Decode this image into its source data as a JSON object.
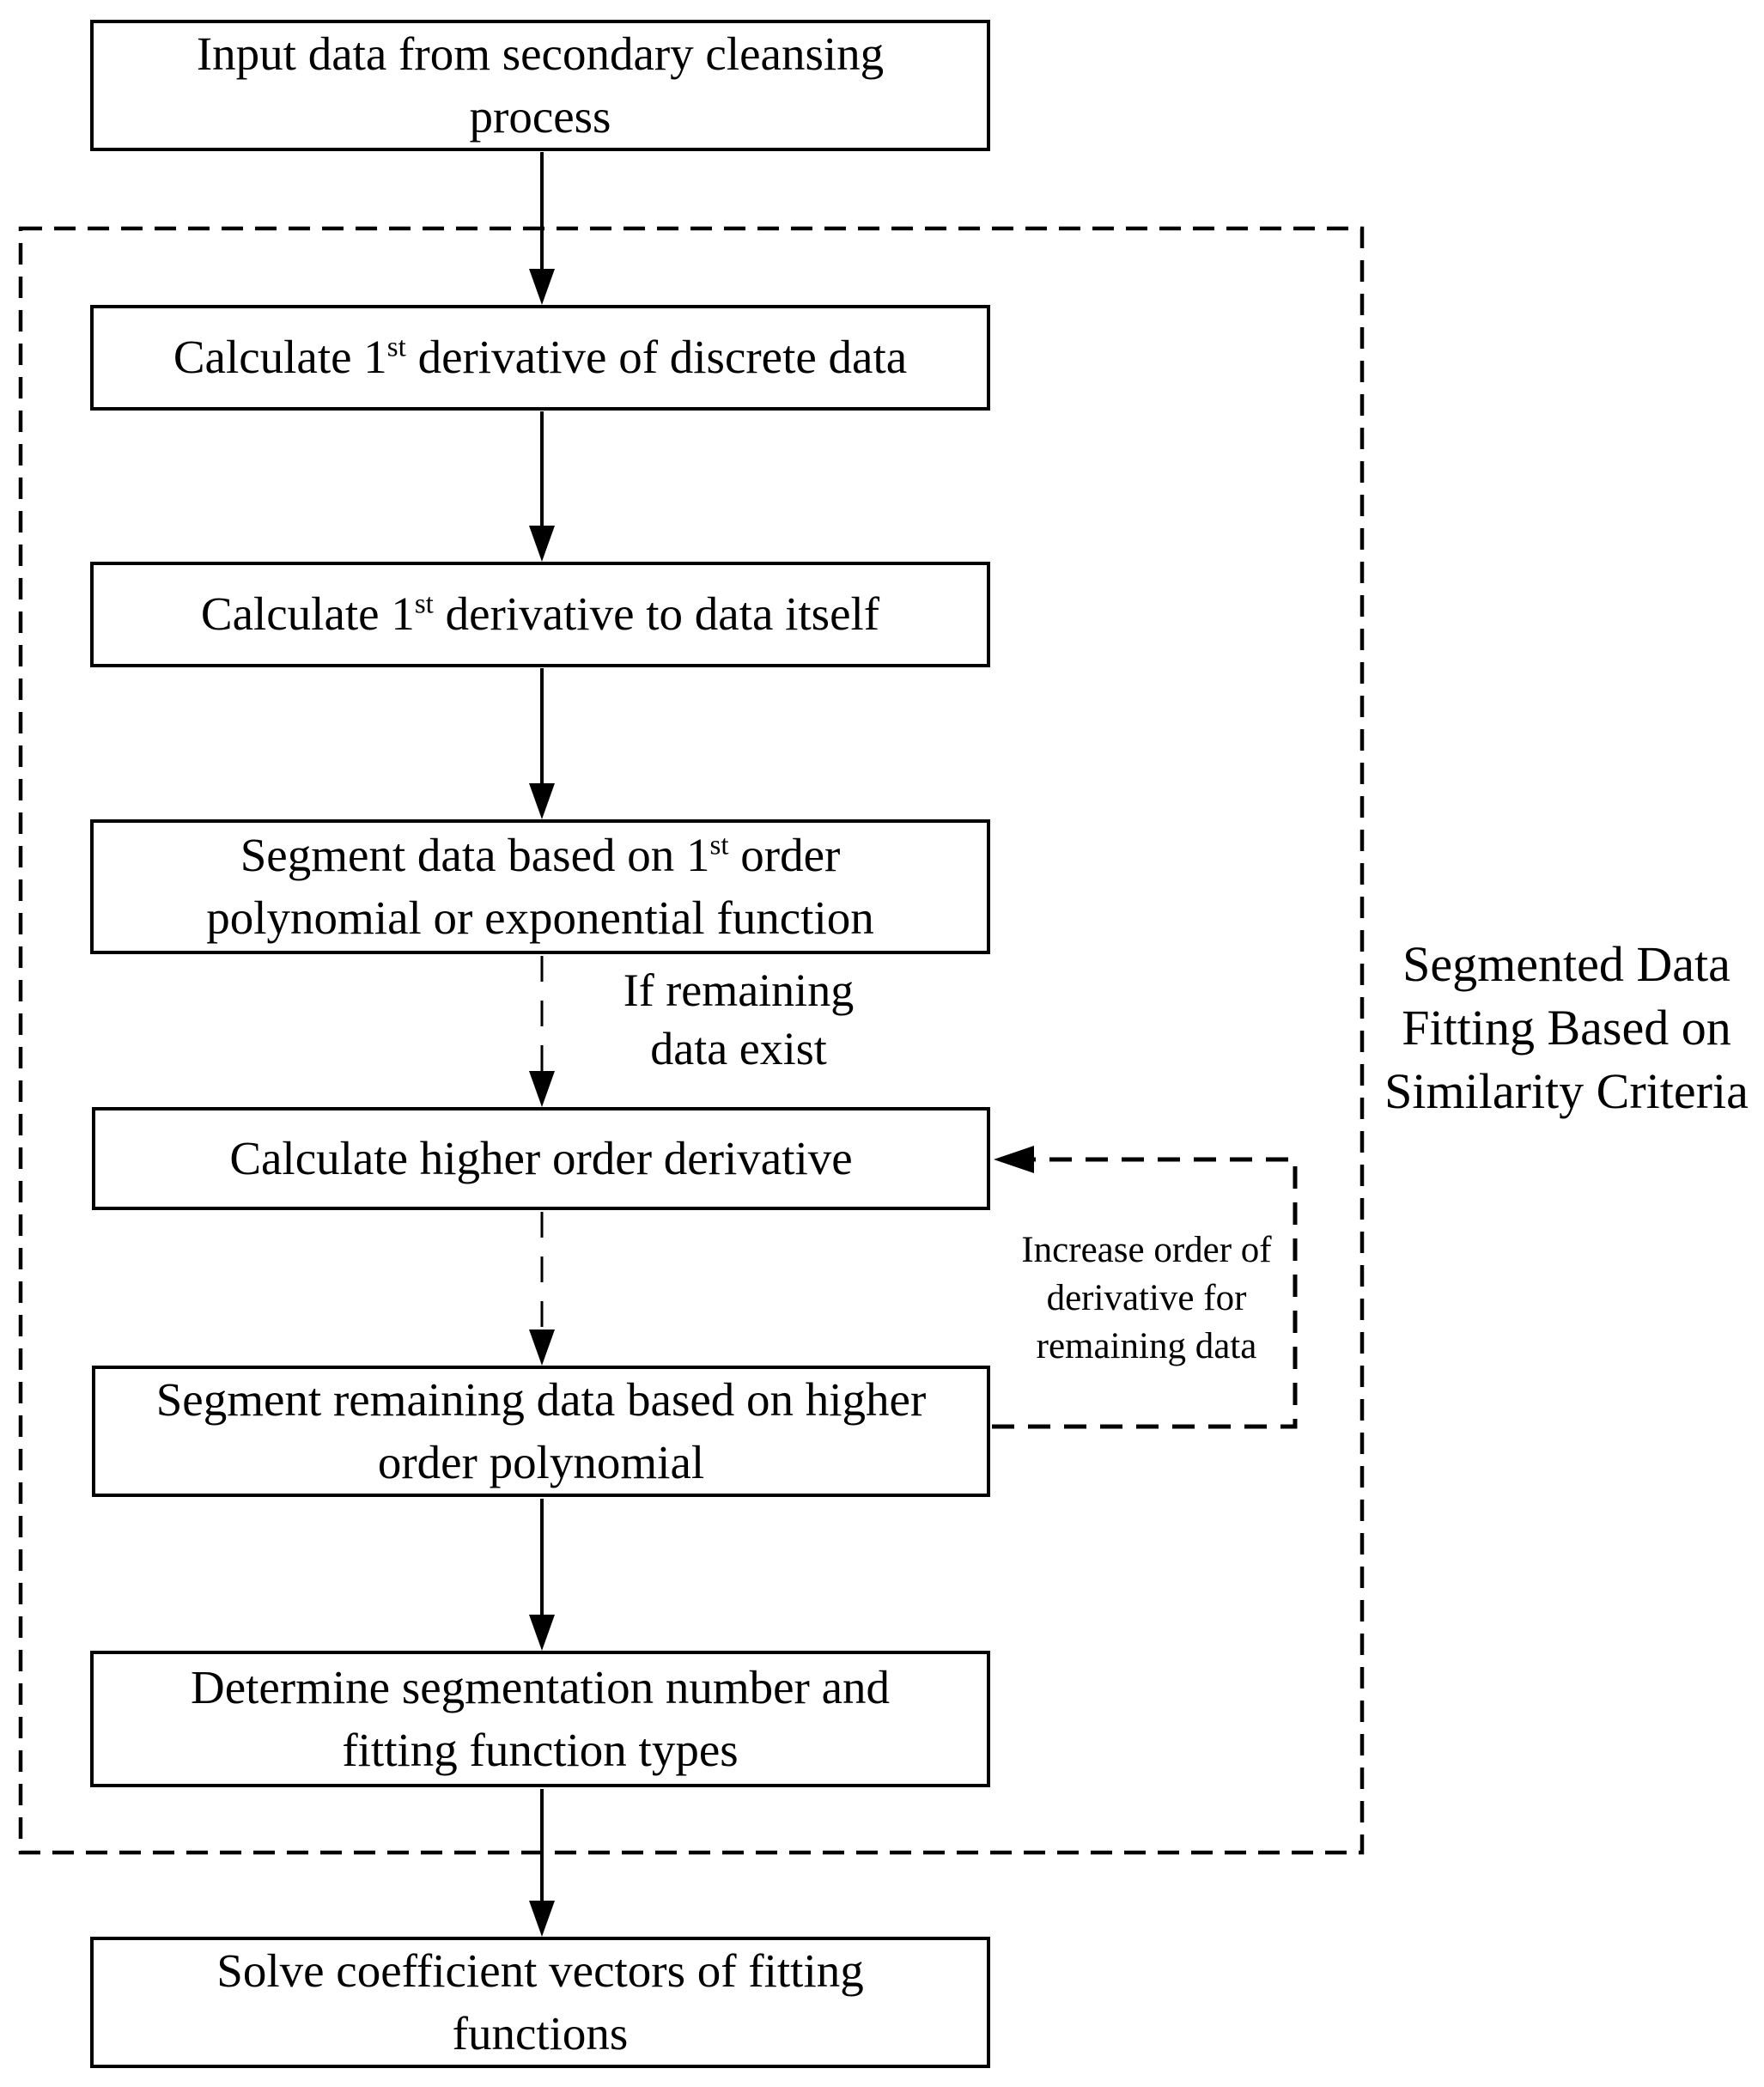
{
  "colors": {
    "ink": "#000000",
    "background": "#ffffff"
  },
  "flowchart": {
    "nodes": {
      "input": {
        "line1": "Input data from secondary cleansing",
        "line2": "process"
      },
      "calc_first_derivative": {
        "prefix": "Calculate 1",
        "sup": "st",
        "suffix": " derivative of discrete data"
      },
      "calc_first_derivative_data": {
        "prefix": "Calculate 1",
        "sup": "st",
        "suffix": " derivative to data itself"
      },
      "segment_first_order": {
        "line1_prefix": "Segment data based on 1",
        "line1_sup": "st",
        "line1_suffix": " order",
        "line2": "polynomial or exponential function"
      },
      "calc_higher_order": {
        "line1": "Calculate higher order derivative"
      },
      "segment_higher_order": {
        "line1": "Segment remaining data based on higher",
        "line2": "order polynomial"
      },
      "determine_segmentation": {
        "line1": "Determine segmentation number and",
        "line2": "fitting function types"
      },
      "solve_coefficients": {
        "line1": "Solve coefficient vectors of fitting",
        "line2": "functions"
      }
    },
    "edge_labels": {
      "if_remaining": {
        "line1": "If remaining",
        "line2": "data exist"
      },
      "increase_order": {
        "line1": "Increase order of",
        "line2": "derivative for",
        "line3": "remaining data"
      }
    },
    "group_label": {
      "line1": "Segmented Data",
      "line2": "Fitting Based on",
      "line3": "Similarity Criteria"
    }
  }
}
